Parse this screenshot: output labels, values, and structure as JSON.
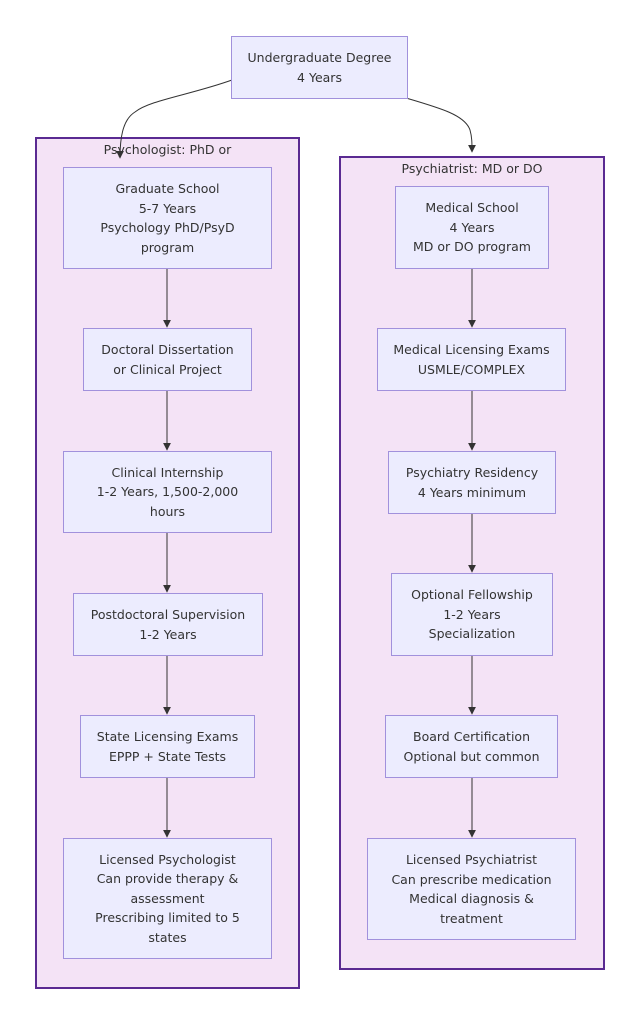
{
  "colors": {
    "cluster_fill": "#f4e3f6",
    "cluster_border": "#5a2a92",
    "node_fill": "#ececfe",
    "node_border": "#a191dc",
    "edge": "#333333",
    "text": "#333333"
  },
  "root": {
    "lines": [
      "Undergraduate Degree",
      "4 Years"
    ]
  },
  "psychologist": {
    "title": "Psychologist: PhD or PsyD Pathway",
    "steps": [
      {
        "lines": [
          "Graduate School",
          "5-7 Years",
          "Psychology PhD/PsyD",
          "program"
        ]
      },
      {
        "lines": [
          "Doctoral Dissertation",
          "or Clinical Project"
        ]
      },
      {
        "lines": [
          "Clinical Internship",
          "1-2 Years, 1,500-2,000",
          "hours"
        ]
      },
      {
        "lines": [
          "Postdoctoral Supervision",
          "1-2 Years"
        ]
      },
      {
        "lines": [
          "State Licensing Exams",
          "EPPP + State Tests"
        ]
      },
      {
        "lines": [
          "Licensed Psychologist",
          "Can provide therapy &",
          "assessment",
          "Prescribing limited to 5",
          "states"
        ]
      }
    ]
  },
  "psychiatrist": {
    "title": "Psychiatrist: MD or DO Pathway",
    "steps": [
      {
        "lines": [
          "Medical School",
          "4 Years",
          "MD or DO program"
        ]
      },
      {
        "lines": [
          "Medical Licensing Exams",
          "USMLE/COMPLEX"
        ]
      },
      {
        "lines": [
          "Psychiatry Residency",
          "4 Years minimum"
        ]
      },
      {
        "lines": [
          "Optional Fellowship",
          "1-2 Years",
          "Specialization"
        ]
      },
      {
        "lines": [
          "Board Certification",
          "Optional but common"
        ]
      },
      {
        "lines": [
          "Licensed Psychiatrist",
          "Can prescribe medication",
          "Medical diagnosis &",
          "treatment"
        ]
      }
    ]
  }
}
